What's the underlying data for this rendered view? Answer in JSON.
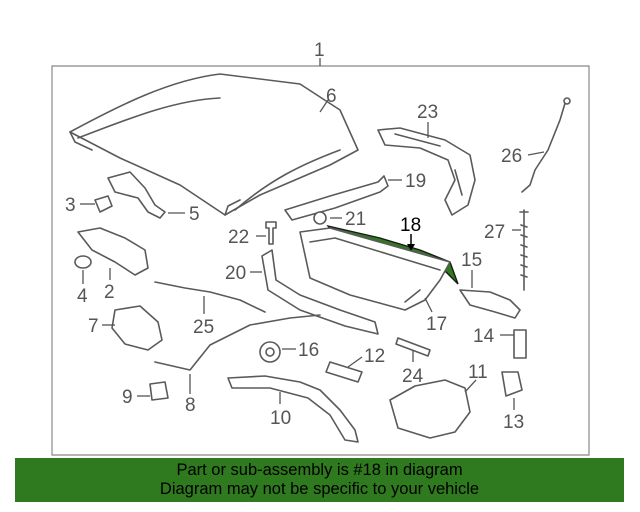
{
  "diagram": {
    "callouts": {
      "c1": "1",
      "c2": "2",
      "c3": "3",
      "c4": "4",
      "c5": "5",
      "c6": "6",
      "c7": "7",
      "c8": "8",
      "c9": "9",
      "c10": "10",
      "c11": "11",
      "c12": "12",
      "c13": "13",
      "c14": "14",
      "c15": "15",
      "c16": "16",
      "c17": "17",
      "c18": "18",
      "c19": "19",
      "c20": "20",
      "c21": "21",
      "c22": "22",
      "c23": "23",
      "c24": "24",
      "c25": "25",
      "c26": "26",
      "c27": "27"
    },
    "highlighted_part": "18",
    "colors": {
      "highlight": "#2f7a1e",
      "line": "#5a5a5a",
      "banner": "#2f7a1e"
    }
  },
  "banner": {
    "line1": "Part or sub-assembly is #18 in diagram",
    "line2": "Diagram may not be specific to your vehicle"
  }
}
